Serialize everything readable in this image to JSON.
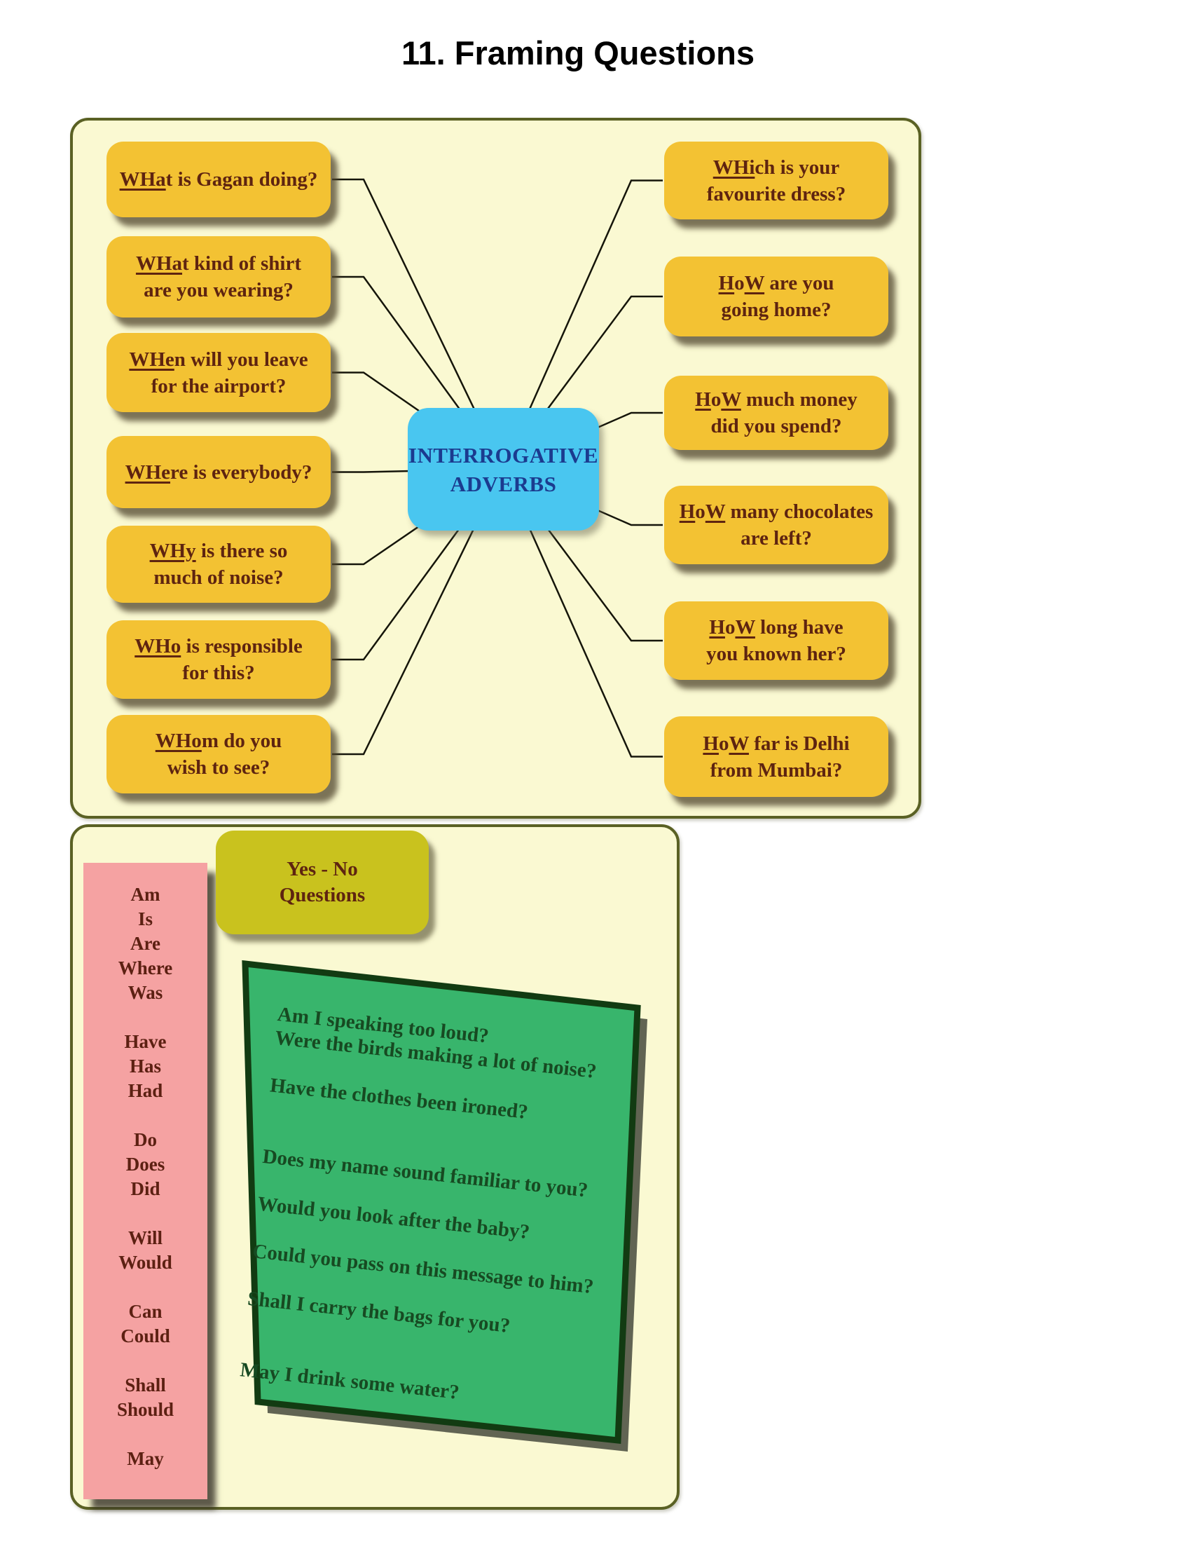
{
  "title": "11. Framing Questions",
  "colors": {
    "box_yellow": "#F3C233",
    "center_blue": "#49C6F0",
    "yesno_olive": "#C9C21E",
    "verbs_pink": "#F5A2A2",
    "board_green": "#38B56C",
    "board_border_green": "#123B12",
    "panel_cream": "#FAF9D2",
    "text_maroon": "#5E2410",
    "text_navy": "#1B3B8F",
    "text_green": "#174A22"
  },
  "mindmap": {
    "center_lines": [
      "INTERROGATIVE",
      "ADVERBS"
    ],
    "left_boxes": [
      {
        "lines": [
          [
            {
              "t": "WHa",
              "u": true
            },
            {
              "t": "t is Gagan doing?"
            }
          ]
        ]
      },
      {
        "lines": [
          [
            {
              "t": "WHa",
              "u": true
            },
            {
              "t": "t kind of shirt"
            }
          ],
          [
            {
              "t": "are you wearing?"
            }
          ]
        ]
      },
      {
        "lines": [
          [
            {
              "t": "WHe",
              "u": true
            },
            {
              "t": "n will you leave"
            }
          ],
          [
            {
              "t": "for the airport?"
            }
          ]
        ]
      },
      {
        "lines": [
          [
            {
              "t": "WHe",
              "u": true
            },
            {
              "t": "re is everybody?"
            }
          ]
        ]
      },
      {
        "lines": [
          [
            {
              "t": "WHy",
              "u": true
            },
            {
              "t": " is there so"
            }
          ],
          [
            {
              "t": "much of noise?"
            }
          ]
        ]
      },
      {
        "lines": [
          [
            {
              "t": "WHo",
              "u": true
            },
            {
              "t": " is responsible"
            }
          ],
          [
            {
              "t": "for this?"
            }
          ]
        ]
      },
      {
        "lines": [
          [
            {
              "t": "WHo",
              "u": true
            },
            {
              "t": "m do you"
            }
          ],
          [
            {
              "t": "wish to see?"
            }
          ]
        ]
      }
    ],
    "right_boxes": [
      {
        "lines": [
          [
            {
              "t": "WHi",
              "u": true
            },
            {
              "t": "ch is your"
            }
          ],
          [
            {
              "t": "favourite dress?"
            }
          ]
        ]
      },
      {
        "lines": [
          [
            {
              "t": "H",
              "u": true
            },
            {
              "t": "o"
            },
            {
              "t": "W",
              "u": true
            },
            {
              "t": " are you"
            }
          ],
          [
            {
              "t": "going home?"
            }
          ]
        ]
      },
      {
        "lines": [
          [
            {
              "t": "H",
              "u": true
            },
            {
              "t": "o"
            },
            {
              "t": "W",
              "u": true
            },
            {
              "t": " much money"
            }
          ],
          [
            {
              "t": "did you spend?"
            }
          ]
        ]
      },
      {
        "lines": [
          [
            {
              "t": "H",
              "u": true
            },
            {
              "t": "o"
            },
            {
              "t": "W",
              "u": true
            },
            {
              "t": " many chocolates"
            }
          ],
          [
            {
              "t": "are left?"
            }
          ]
        ]
      },
      {
        "lines": [
          [
            {
              "t": "H",
              "u": true
            },
            {
              "t": "o"
            },
            {
              "t": "W",
              "u": true
            },
            {
              "t": " long have"
            }
          ],
          [
            {
              "t": "you known her?"
            }
          ]
        ]
      },
      {
        "lines": [
          [
            {
              "t": "H",
              "u": true
            },
            {
              "t": "o"
            },
            {
              "t": "W",
              "u": true
            },
            {
              "t": " far is Delhi"
            }
          ],
          [
            {
              "t": "from Mumbai?"
            }
          ]
        ]
      }
    ]
  },
  "yes_no": {
    "label_lines": [
      "Yes - No",
      "Questions"
    ],
    "helping_verbs": [
      "Am",
      "Is",
      "Are",
      "Where",
      "Was",
      "",
      "Have",
      "Has",
      "Had",
      "",
      "Do",
      "Does",
      "Did",
      "",
      "Will",
      "Would",
      "",
      "Can",
      "Could",
      "",
      "Shall",
      "Should",
      "",
      "May"
    ],
    "questions": [
      "Am I speaking too loud?",
      "Were the birds making a lot of noise?",
      "",
      "Have the clothes been ironed?",
      "",
      "",
      "Does my name sound familiar to you?",
      "",
      "Would you look after the baby?",
      "",
      "Could you pass on this message to him?",
      "",
      "Shall I carry the bags for you?",
      "",
      "",
      "May I drink some water?"
    ]
  }
}
